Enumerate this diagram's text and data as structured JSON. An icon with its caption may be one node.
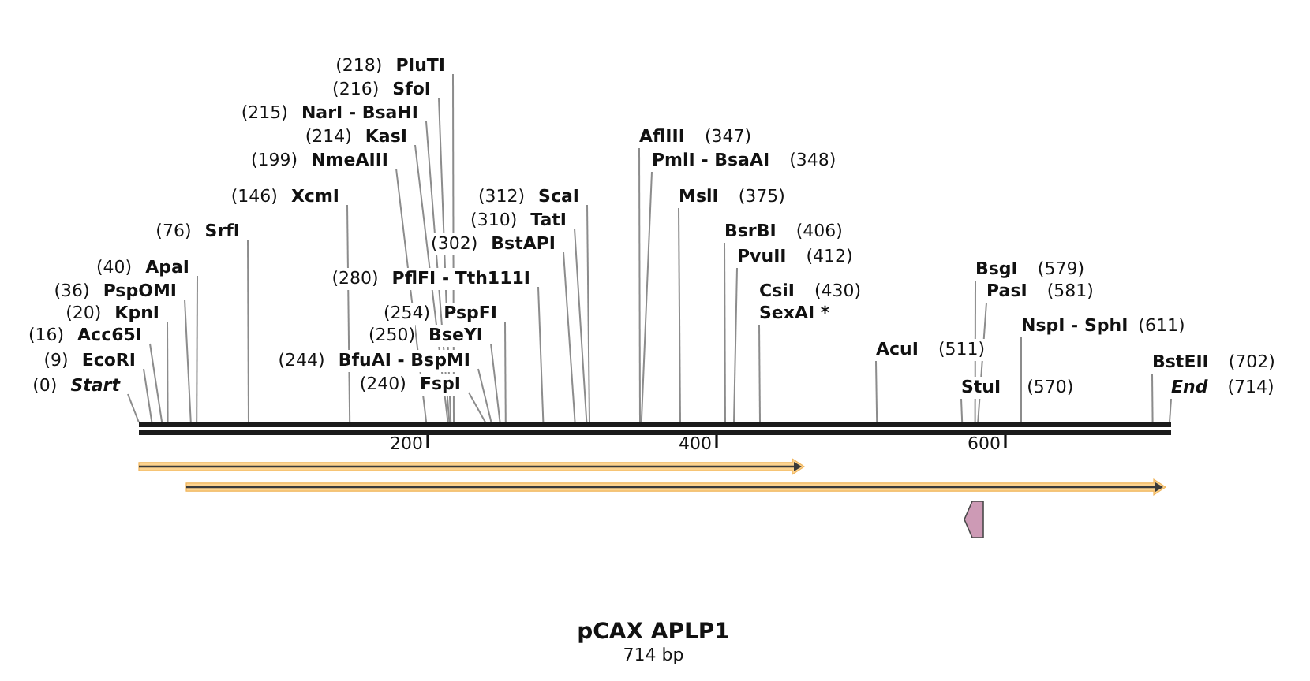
{
  "diagram": {
    "title": "pCAX APLP1",
    "caption": "714 bp",
    "nodes": [
      {
        "text": [
          "(0)",
          "Start"
        ]
      },
      {
        "text": [
          "(9)",
          "EcoRI"
        ]
      },
      {
        "text": [
          "(16)",
          "Acc65I"
        ]
      },
      {
        "text": [
          "(20)",
          "KpnI"
        ]
      },
      {
        "text": [
          "(36)",
          "PspOMI"
        ]
      },
      {
        "text": [
          "(40)",
          "ApaI"
        ]
      },
      {
        "text": [
          "(76)",
          "SrfI"
        ]
      },
      {
        "text": [
          "(146)",
          "XcmI"
        ]
      },
      {
        "text": [
          "(199)",
          "NmeAIII"
        ]
      },
      {
        "text": [
          "(214)",
          "KasI"
        ]
      },
      {
        "text": [
          "(215)",
          "NarI - BsaHI"
        ]
      },
      {
        "text": [
          "(216)",
          "SfoI"
        ]
      },
      {
        "text": [
          "(218)",
          "PluTI"
        ]
      },
      {
        "text": [
          "(240)",
          "FspI"
        ]
      },
      {
        "text": [
          "(244)",
          "BfuAI - BspMI"
        ]
      },
      {
        "text": [
          "(250)",
          "BseYI"
        ]
      },
      {
        "text": [
          "(254)",
          "PspFI"
        ]
      },
      {
        "text": [
          "(280)",
          "PflFI - Tth111I"
        ]
      },
      {
        "text": [
          "(302)",
          "BstAPI"
        ]
      },
      {
        "text": [
          "(310)",
          "TatI"
        ]
      },
      {
        "text": [
          "(312)",
          "ScaI"
        ]
      },
      {
        "text": [
          "AflIII",
          "(347)"
        ]
      },
      {
        "text": [
          "PmlI - BsaAI",
          "(348)"
        ]
      },
      {
        "text": [
          "MslI",
          "(375)"
        ]
      },
      {
        "text": [
          "BsrBI",
          "(406)"
        ]
      },
      {
        "text": [
          "PvuII",
          "(412)"
        ]
      },
      {
        "text": [
          "CsiI",
          "(430)",
          "SexAI *"
        ]
      },
      {
        "text": [
          "AcuI",
          "(511)"
        ]
      },
      {
        "text": [
          "StuI",
          "(570)"
        ]
      },
      {
        "text": [
          "BsgI",
          "(579)"
        ]
      },
      {
        "text": [
          "PasI",
          "(581)"
        ]
      },
      {
        "text": [
          "NspI - SphI",
          "(611)"
        ]
      },
      {
        "text": [
          "BstEII",
          "(702)"
        ]
      },
      {
        "text": [
          "End",
          "(714)"
        ]
      },
      {
        "text": [],
        "shape": "bar"
      }
    ],
    "edges": [
      {
        "from": 0,
        "to": 34,
        "arrow": "none"
      },
      {
        "from": 1,
        "to": 34,
        "arrow": "none"
      },
      {
        "from": 2,
        "to": 34,
        "arrow": "none"
      },
      {
        "from": 3,
        "to": 34,
        "arrow": "none"
      },
      {
        "from": 4,
        "to": 34,
        "arrow": "none"
      },
      {
        "from": 5,
        "to": 34,
        "arrow": "none"
      },
      {
        "from": 6,
        "to": 34,
        "arrow": "none"
      },
      {
        "from": 7,
        "to": 34,
        "arrow": "none"
      },
      {
        "from": 8,
        "to": 34,
        "arrow": "none"
      },
      {
        "from": 9,
        "to": 34,
        "arrow": "none"
      },
      {
        "from": 10,
        "to": 34,
        "arrow": "none"
      },
      {
        "from": 11,
        "to": 34,
        "arrow": "none"
      },
      {
        "from": 12,
        "to": 34,
        "arrow": "none"
      },
      {
        "from": 13,
        "to": 34,
        "arrow": "none"
      },
      {
        "from": 14,
        "to": 34,
        "arrow": "none"
      },
      {
        "from": 15,
        "to": 34,
        "arrow": "none"
      },
      {
        "from": 16,
        "to": 34,
        "arrow": "none"
      },
      {
        "from": 17,
        "to": 34,
        "arrow": "none"
      },
      {
        "from": 18,
        "to": 34,
        "arrow": "none"
      },
      {
        "from": 19,
        "to": 34,
        "arrow": "none"
      },
      {
        "from": 20,
        "to": 34,
        "arrow": "none"
      },
      {
        "from": 21,
        "to": 34,
        "arrow": "none"
      },
      {
        "from": 22,
        "to": 34,
        "arrow": "none"
      },
      {
        "from": 23,
        "to": 34,
        "arrow": "none"
      },
      {
        "from": 24,
        "to": 34,
        "arrow": "none"
      },
      {
        "from": 25,
        "to": 34,
        "arrow": "none"
      },
      {
        "from": 26,
        "to": 34,
        "arrow": "none"
      },
      {
        "from": 27,
        "to": 34,
        "arrow": "none"
      },
      {
        "from": 28,
        "to": 34,
        "arrow": "none"
      },
      {
        "from": 29,
        "to": 34,
        "arrow": "none"
      },
      {
        "from": 30,
        "to": 34,
        "arrow": "none"
      },
      {
        "from": 31,
        "to": 34,
        "arrow": "none"
      },
      {
        "from": 32,
        "to": 34,
        "arrow": "none"
      },
      {
        "from": 33,
        "to": 34,
        "arrow": "none"
      }
    ],
    "labels": [
      "200",
      "400",
      "600"
    ]
  }
}
